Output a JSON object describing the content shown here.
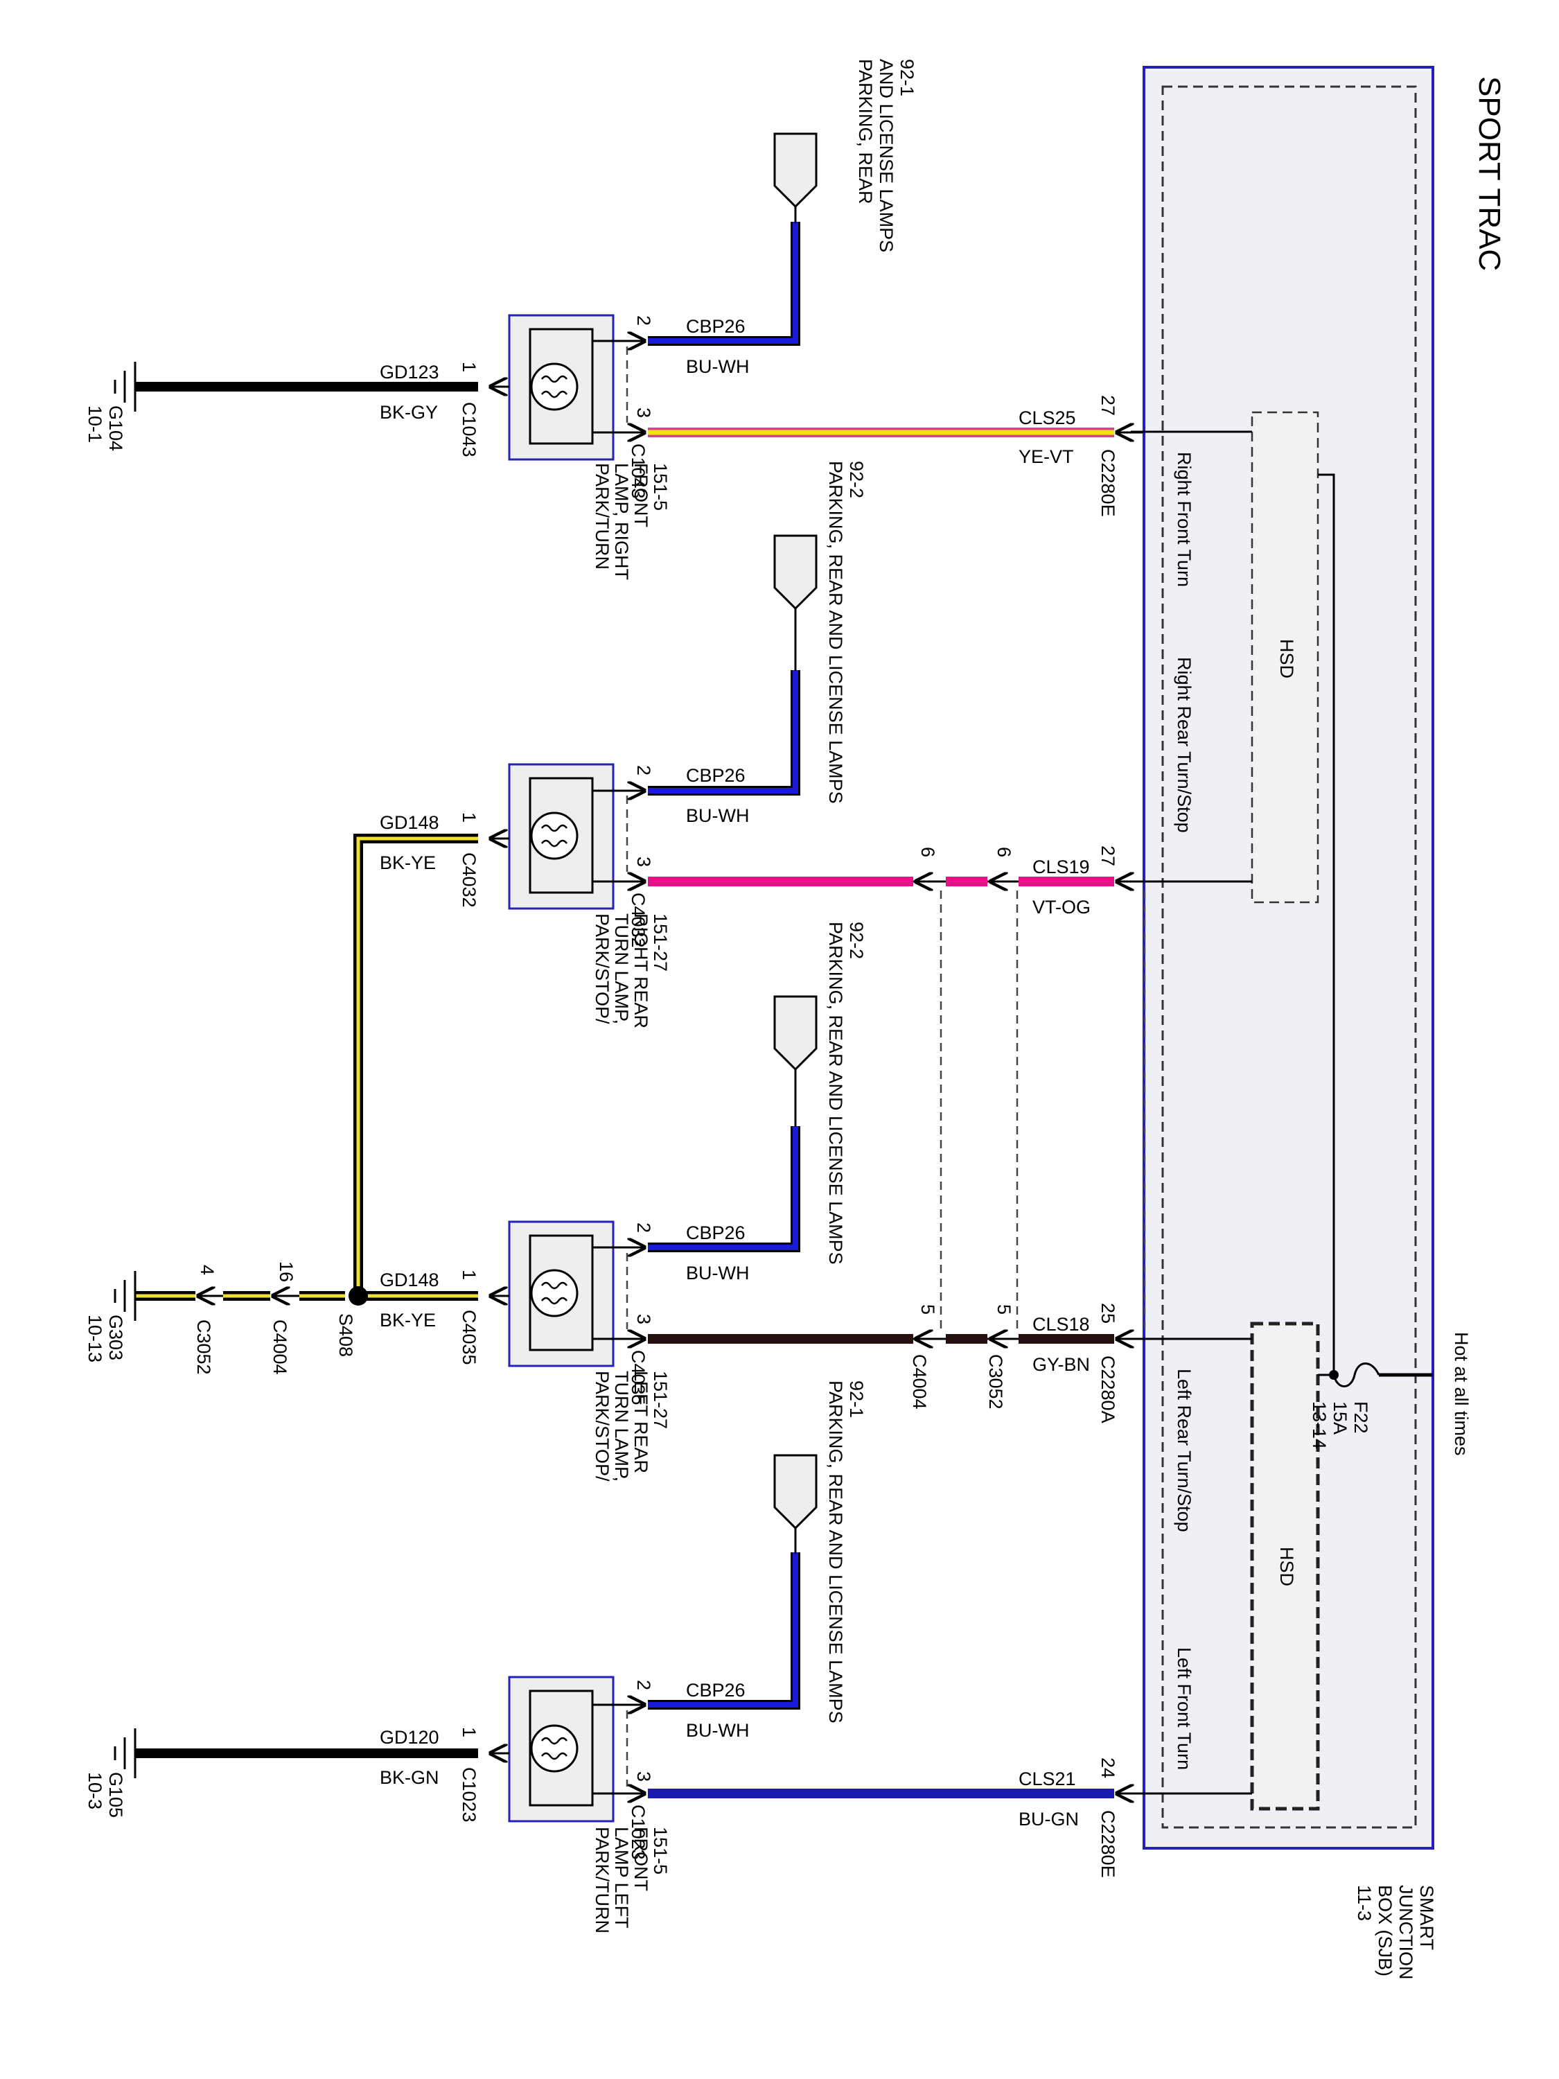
{
  "title": "SPORT TRAC",
  "sjb": {
    "lines": [
      "SMART",
      "JUNCTION",
      "BOX (SJB)",
      "11-3"
    ],
    "hot_label": "Hot at all times",
    "fuse": {
      "id": "F22",
      "rating": "15A",
      "ref": "13-14"
    },
    "hsd_label": "HSD",
    "outputs": [
      "Right Front Turn",
      "Right Rear Turn/Stop",
      "Left Rear Turn/Stop",
      "Left Front Turn"
    ]
  },
  "branches": [
    {
      "lamp_lines": [
        "PARK/TURN",
        "LAMP, RIGHT",
        "FRONT",
        "151-5"
      ],
      "connector": "C1043",
      "ground_circuit": "GD123",
      "ground_color": "BK-GY",
      "ground_pin": "1",
      "ground_lines": [
        "G104",
        "10-1"
      ],
      "feed_pin": "2",
      "feed_circuit": "CBP26",
      "feed_color": "BU-WH",
      "feed_dest_lines": [
        "PARKING, REAR",
        "AND LICENSE LAMPS",
        "92-1"
      ],
      "signal_pin": "3",
      "signal_circuit": "CLS25",
      "signal_color": "YE-VT",
      "sjb_pin": "27",
      "sjb_connector": "C2280E"
    },
    {
      "lamp_lines": [
        "PARK/STOP/",
        "TURN LAMP,",
        "RIGHT REAR",
        "151-27"
      ],
      "connector": "C4032",
      "ground_circuit": "GD148",
      "ground_color": "BK-YE",
      "ground_pin": "1",
      "feed_pin": "2",
      "feed_circuit": "CBP26",
      "feed_color": "BU-WH",
      "feed_dest_lines": [
        "PARKING, REAR AND LICENSE LAMPS",
        "92-2"
      ],
      "signal_pin": "3",
      "signal_circuit": "CLS19",
      "signal_color": "VT-OG",
      "sjb_pin": "27",
      "inline_pins": [
        "6",
        "6"
      ]
    },
    {
      "lamp_lines": [
        "PARK/STOP/",
        "TURN LAMP,",
        "LEFT REAR",
        "151-27"
      ],
      "connector": "C4035",
      "ground_circuit": "GD148",
      "ground_color": "BK-YE",
      "ground_pin": "1",
      "feed_pin": "2",
      "feed_circuit": "CBP26",
      "feed_color": "BU-WH",
      "feed_dest_lines": [
        "PARKING, REAR AND LICENSE LAMPS",
        "92-2"
      ],
      "signal_pin": "3",
      "signal_circuit": "CLS18",
      "signal_color": "GY-BN",
      "sjb_pin": "25",
      "sjb_connector": "C2280A",
      "inline_pins": [
        "5",
        "5"
      ],
      "inline_connectors": [
        "C4004",
        "C3052"
      ]
    },
    {
      "lamp_lines": [
        "PARK/TURN",
        "LAMP LEFT",
        "FRONT",
        "151-5"
      ],
      "connector": "C1023",
      "ground_circuit": "GD120",
      "ground_color": "BK-GN",
      "ground_pin": "1",
      "ground_lines": [
        "G105",
        "10-3"
      ],
      "feed_pin": "2",
      "feed_circuit": "CBP26",
      "feed_color": "BU-WH",
      "feed_dest_lines": [
        "PARKING, REAR AND LICENSE LAMPS",
        "92-1"
      ],
      "signal_pin": "3",
      "signal_circuit": "CLS21",
      "signal_color": "BU-GN",
      "sjb_pin": "24",
      "sjb_connector": "C2280E"
    }
  ],
  "shared_ground": {
    "splice": "S408",
    "pins": [
      "16",
      "4"
    ],
    "connectors": [
      "C4004",
      "C3052"
    ],
    "ground_lines": [
      "G303",
      "10-13"
    ]
  },
  "colors": {
    "sjb_border": "#2222bb",
    "lamp_border": "#2222bb",
    "BU-WH": "#1a1ad9",
    "YE-VT": "#f2e600",
    "VT-OG": "#e8118a",
    "GY-BN": "#241010",
    "BU-GN": "#1a1ab0",
    "BK-YE": "#1a1a1a"
  }
}
